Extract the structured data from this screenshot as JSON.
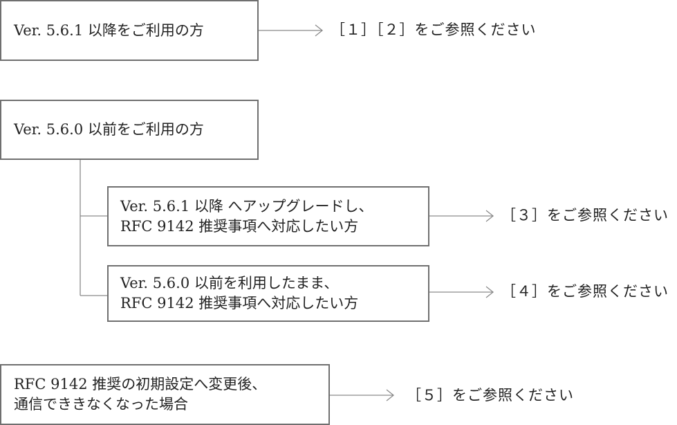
{
  "rows": [
    {
      "box": [
        "Ver. 5.6.1 以降をご利用の方"
      ],
      "ref": "［１］［２］をご参照ください"
    },
    {
      "box": [
        "Ver. 5.6.0 以前をご利用の方"
      ]
    },
    {
      "box": [
        "Ver. 5.6.1 以降 へアップグレードし、",
        "RFC 9142 推奨事項へ対応したい方"
      ],
      "ref": "［３］をご参照ください"
    },
    {
      "box": [
        "Ver. 5.6.0 以前を利用したまま、",
        "RFC 9142 推奨事項へ対応したい方"
      ],
      "ref": "［４］をご参照ください"
    },
    {
      "box": [
        "RFC 9142 推奨の初期設定へ変更後、",
        "通信でききなくなった場合"
      ],
      "ref": "［５］をご参照ください"
    }
  ]
}
